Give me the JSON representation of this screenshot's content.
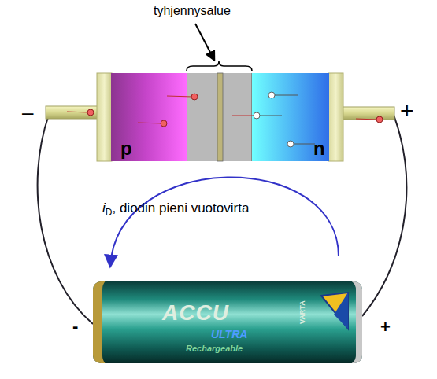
{
  "diagram": {
    "nodes": [
      {
        "text": [
          "p"
        ]
      },
      {
        "text": [
          "n"
        ]
      },
      {
        "text": [
          "ACCU",
          "ULTRA",
          "Rechargeable",
          "VARTA"
        ]
      }
    ],
    "edges": [
      {
        "from": 0,
        "to": 2,
        "arrow": "none"
      },
      {
        "from": 1,
        "to": 2,
        "arrow": "none"
      }
    ],
    "labels": [
      "tyhjennysalue",
      "–",
      "+",
      "i",
      "D",
      ", diodin pieni vuotovirta",
      "-",
      "+"
    ]
  }
}
